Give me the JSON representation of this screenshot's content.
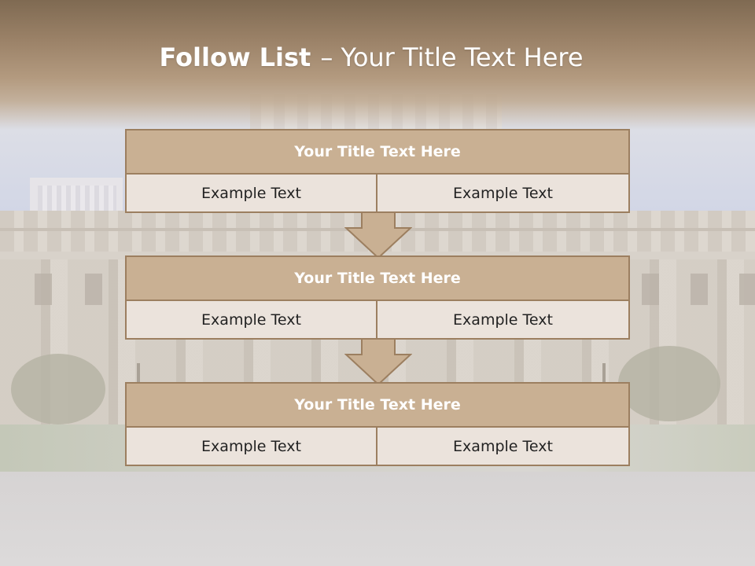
{
  "slide": {
    "title_bold": "Follow List",
    "title_rest": "– Your Title Text Here"
  },
  "blocks": [
    {
      "title": "Your Title Text Here",
      "left": "Example Text",
      "right": "Example Text"
    },
    {
      "title": "Your Title Text Here",
      "left": "Example Text",
      "right": "Example Text"
    },
    {
      "title": "Your Title Text Here",
      "left": "Example Text",
      "right": "Example Text"
    }
  ],
  "colors": {
    "header_fill": "#c9b093",
    "border": "#9c7f60",
    "cell_fill": "#ebe3dc",
    "title_band": "#9a8167"
  }
}
